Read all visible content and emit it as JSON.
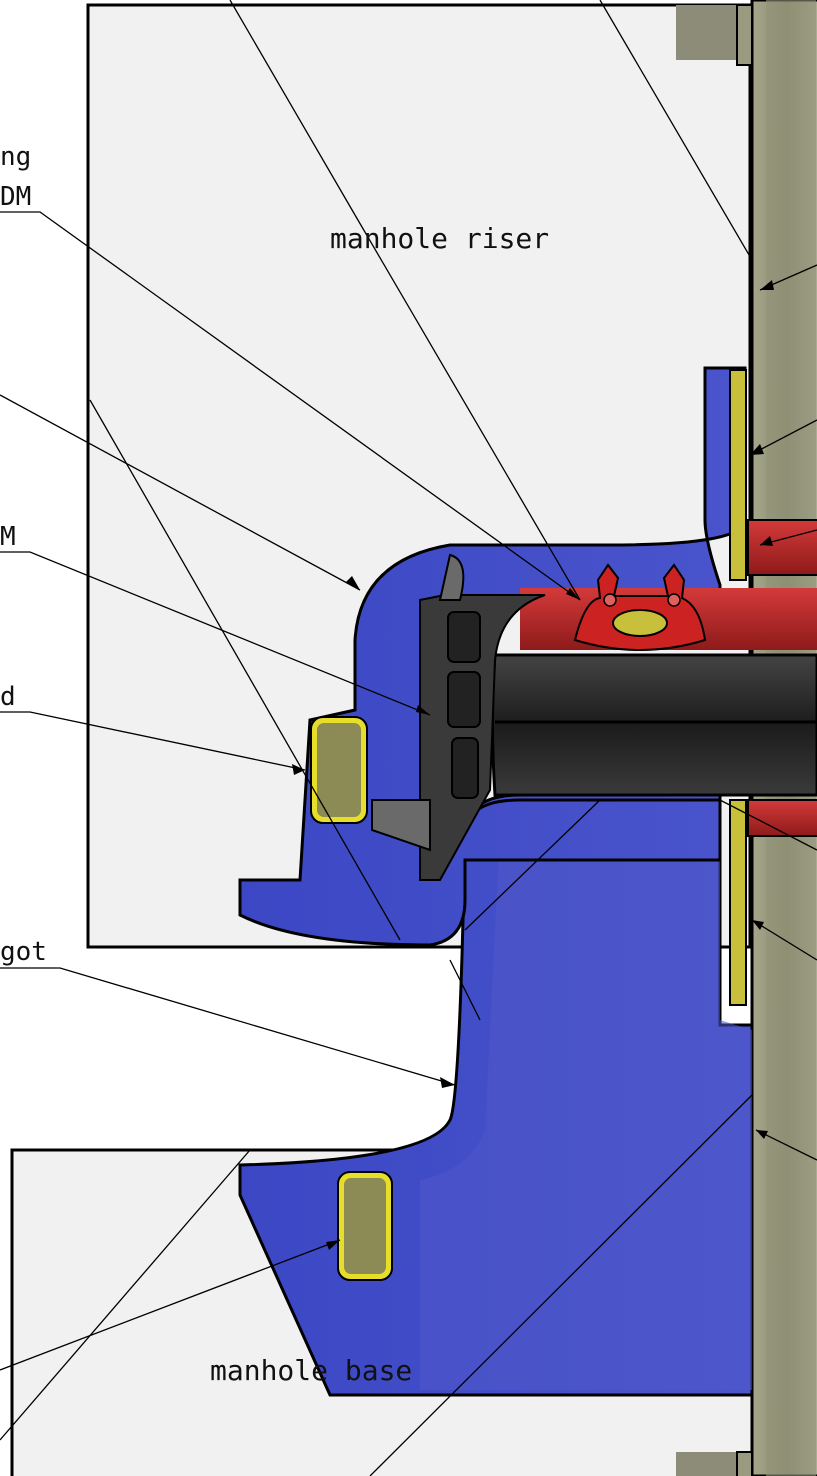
{
  "labels": {
    "top_left_line1": "ng",
    "top_left_line2": "DM",
    "mid_left_1": "M",
    "mid_left_2": "d",
    "spigot": "got",
    "manhole_riser": "manhole riser",
    "manhole_base": "manhole base"
  },
  "colors": {
    "blue_body": "#3d48c8",
    "blue_dark": "#2a33a0",
    "red_seal": "#cc2222",
    "yellow_insert": "#c8c03a",
    "pipe_dark": "#2a2a2a",
    "pipe_wall": "#8a8a6e",
    "riser_fill": "#f1f1f1",
    "outline": "#000000"
  }
}
